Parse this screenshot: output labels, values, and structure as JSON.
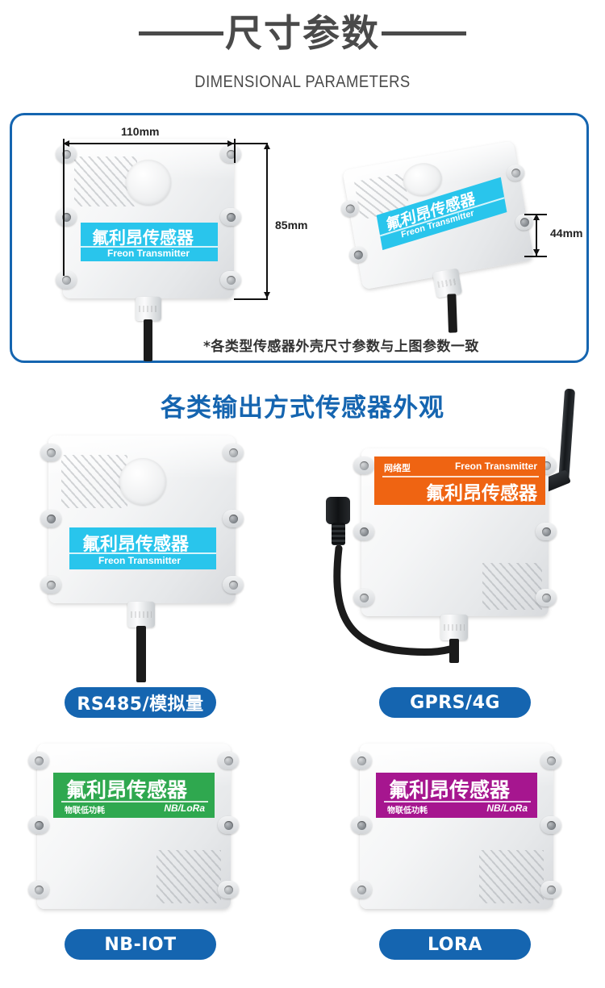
{
  "header": {
    "title_cn": "尺寸参数",
    "title_en": "DIMENSIONAL PARAMETERS"
  },
  "dimension_panel": {
    "width_label": "110mm",
    "height_label": "85mm",
    "depth_label": "44mm",
    "note": "*各类型传感器外壳尺寸参数与上图参数一致",
    "front_device": {
      "label_cn": "氟利昂传感器",
      "label_en": "Freon Transmitter",
      "label_color": "#29c5ec"
    },
    "angled_device": {
      "label_cn": "氟利昂传感器",
      "label_en": "Freon Transmitter",
      "label_color": "#29c5ec"
    }
  },
  "section": {
    "heading": "各类输出方式传感器外观",
    "heading_color": "#1565b0"
  },
  "variants": [
    {
      "caption": "RS485/模拟量",
      "label_cn": "氟利昂传感器",
      "label_en": "Freon Transmitter",
      "label_sub": "",
      "label_type": "",
      "label_color": "#29c5ec"
    },
    {
      "caption": "GPRS/4G",
      "label_cn": "氟利昂传感器",
      "label_en": "Freon Transmitter",
      "label_sub": "网络型",
      "label_type": "",
      "label_color": "#ef6412"
    },
    {
      "caption": "NB-IOT",
      "label_cn": "氟利昂传感器",
      "label_en": "",
      "label_sub": "物联低功耗",
      "label_type": "NB/LoRa",
      "label_color": "#2fa84f"
    },
    {
      "caption": "LORA",
      "label_cn": "氟利昂传感器",
      "label_en": "",
      "label_sub": "物联低功耗",
      "label_type": "NB/LoRa",
      "label_color": "#a6168f"
    }
  ],
  "theme": {
    "accent_blue": "#1565b0",
    "title_gray": "#4a4a4a"
  }
}
